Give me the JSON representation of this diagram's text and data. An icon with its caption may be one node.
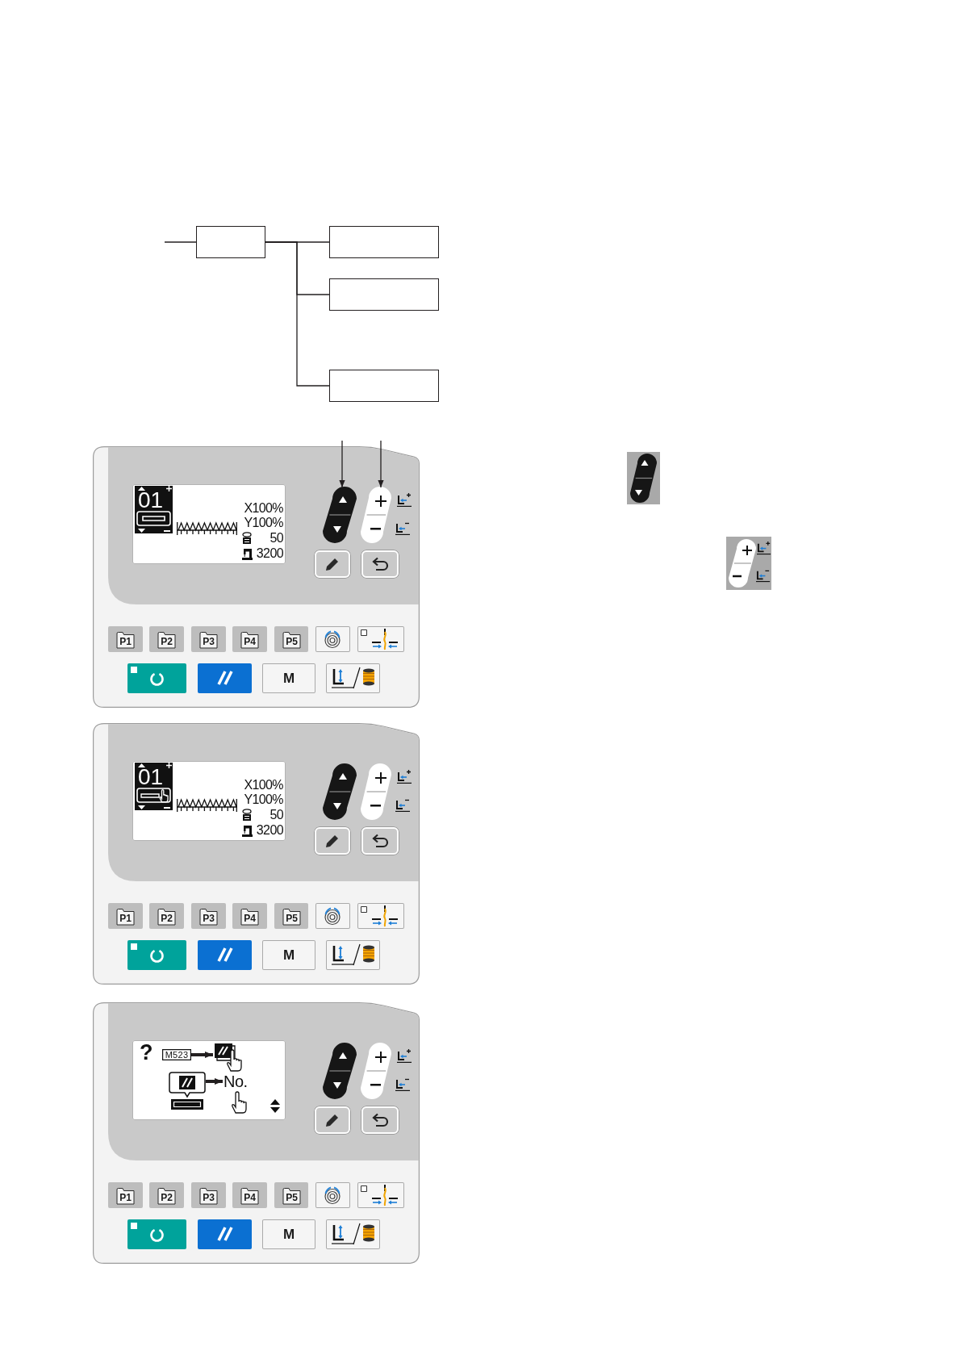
{
  "diagram": {
    "nodes": [
      {
        "text": [],
        "shape": "box"
      },
      {
        "text": [],
        "shape": "box"
      },
      {
        "text": [],
        "shape": "box"
      },
      {
        "text": [],
        "shape": "box"
      },
      {
        "text": [],
        "shape": "box"
      },
      {
        "text": [
          "X100%",
          "Y100%",
          "50",
          "3200"
        ],
        "in": 4
      },
      {
        "text": [
          "01"
        ],
        "in": 5
      },
      {
        "text": [],
        "shape": "picture",
        "in": 4
      },
      {
        "text": [],
        "shape": "picture",
        "in": 4
      },
      {
        "text": [],
        "shape": "box",
        "in": 4
      },
      {
        "text": [],
        "shape": "box",
        "in": 4
      },
      {
        "text": [
          "P1"
        ],
        "in": 4
      },
      {
        "text": [
          "P2"
        ],
        "in": 4
      },
      {
        "text": [
          "P3"
        ],
        "in": 4
      },
      {
        "text": [
          "P4"
        ],
        "in": 4
      },
      {
        "text": [
          "P5"
        ],
        "in": 4
      },
      {
        "text": [],
        "shape": "box",
        "in": 4
      },
      {
        "text": [],
        "shape": "box",
        "in": 4
      },
      {
        "text": [],
        "shape": "box",
        "in": 4
      },
      {
        "text": [],
        "shape": "box",
        "in": 4
      },
      {
        "text": [
          "M"
        ],
        "in": 4
      },
      {
        "text": [],
        "shape": "box",
        "in": 4
      },
      {
        "text": [],
        "shape": "box"
      },
      {
        "text": [
          "X100%",
          "Y100%",
          "50",
          "3200"
        ],
        "in": 22
      },
      {
        "text": [
          "01"
        ],
        "in": 23
      },
      {
        "text": [],
        "shape": "picture",
        "in": 22
      },
      {
        "text": [],
        "shape": "picture",
        "in": 22
      },
      {
        "text": [],
        "shape": "box",
        "in": 22
      },
      {
        "text": [],
        "shape": "box",
        "in": 22
      },
      {
        "text": [
          "P1"
        ],
        "in": 22
      },
      {
        "text": [
          "P2"
        ],
        "in": 22
      },
      {
        "text": [
          "P3"
        ],
        "in": 22
      },
      {
        "text": [
          "P4"
        ],
        "in": 22
      },
      {
        "text": [
          "P5"
        ],
        "in": 22
      },
      {
        "text": [],
        "shape": "box",
        "in": 22
      },
      {
        "text": [],
        "shape": "box",
        "in": 22
      },
      {
        "text": [],
        "shape": "box",
        "in": 22
      },
      {
        "text": [],
        "shape": "box",
        "in": 22
      },
      {
        "text": [
          "M"
        ],
        "in": 22
      },
      {
        "text": [],
        "shape": "box",
        "in": 22
      },
      {
        "text": [],
        "shape": "box"
      },
      {
        "text": [
          "?"
        ],
        "in": 40
      },
      {
        "text": [
          "M523"
        ],
        "in": 41
      },
      {
        "text": [],
        "shape": "picture",
        "in": 41
      },
      {
        "text": [],
        "shape": "picture",
        "in": 41
      },
      {
        "text": [
          "No."
        ],
        "in": 41
      },
      {
        "text": [],
        "shape": "picture",
        "in": 40
      },
      {
        "text": [],
        "shape": "picture",
        "in": 40
      },
      {
        "text": [],
        "shape": "box",
        "in": 40
      },
      {
        "text": [],
        "shape": "box",
        "in": 40
      },
      {
        "text": [
          "P1"
        ],
        "in": 40
      },
      {
        "text": [
          "P2"
        ],
        "in": 40
      },
      {
        "text": [
          "P3"
        ],
        "in": 40
      },
      {
        "text": [
          "P4"
        ],
        "in": 40
      },
      {
        "text": [
          "P5"
        ],
        "in": 40
      },
      {
        "text": [],
        "shape": "box",
        "in": 40
      },
      {
        "text": [],
        "shape": "box",
        "in": 40
      },
      {
        "text": [],
        "shape": "box",
        "in": 40
      },
      {
        "text": [],
        "shape": "box",
        "in": 40
      },
      {
        "text": [
          "M"
        ],
        "in": 40
      },
      {
        "text": [],
        "shape": "box",
        "in": 40
      }
    ],
    "edges": [
      {
        "from": null,
        "to": 0,
        "arrow": "none"
      },
      {
        "from": 0,
        "to": 1,
        "arrow": "none"
      },
      {
        "from": 0,
        "to": 2,
        "arrow": "none"
      },
      {
        "from": 0,
        "to": 3,
        "arrow": "none"
      },
      {
        "from": null,
        "to": 7,
        "arrow": "to"
      },
      {
        "from": null,
        "to": 8,
        "arrow": "to"
      },
      {
        "from": 42,
        "to": 43,
        "arrow": "to",
        "style": "thick"
      },
      {
        "from": 44,
        "to": 45,
        "arrow": "to",
        "style": "thick"
      }
    ]
  }
}
